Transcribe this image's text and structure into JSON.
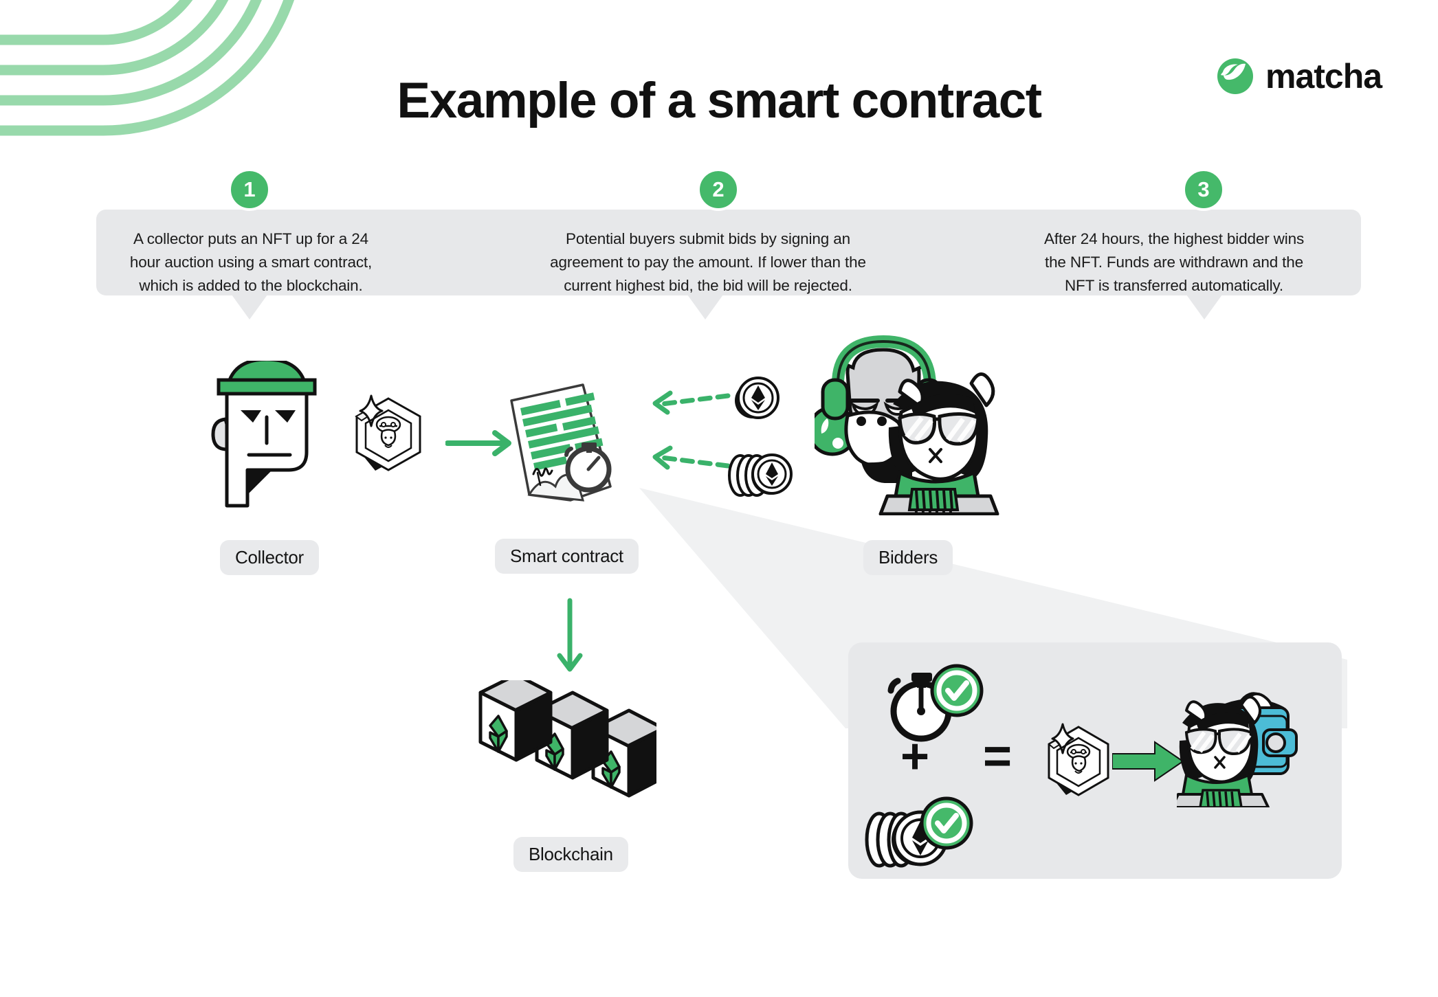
{
  "header": {
    "title": "Example of a smart contract",
    "brand_name": "matcha",
    "brand_icon": "matcha-leaf-logo-icon"
  },
  "colors": {
    "brand_green": "#45b96a",
    "arc_green": "#98d9ab",
    "contract_green": "#3ab26a",
    "band_grey": "#e7e8ea",
    "pill_grey": "#e9eaec",
    "wallet_blue": "#4cbcd6",
    "ink": "#111111"
  },
  "steps": [
    {
      "number": "1",
      "text": "A collector puts an NFT up for a 24 hour auction using a smart contract, which is added to the blockchain."
    },
    {
      "number": "2",
      "text": "Potential buyers submit bids by signing an agreement to pay the amount. If lower than the current highest bid, the bid will be rejected."
    },
    {
      "number": "3",
      "text": "After 24 hours, the highest bidder wins the NFT. Funds are withdrawn and the NFT is transferred automatically."
    }
  ],
  "labels": {
    "collector": "Collector",
    "smart_contract": "Smart contract",
    "bidders": "Bidders",
    "blockchain": "Blockchain"
  },
  "illustrations": {
    "collector": "collector-character-icon",
    "nft_badge": "nft-hexagon-ape-icon",
    "contract_doc": "smart-contract-document-icon",
    "single_coin": "ethereum-coin-icon",
    "coin_stack": "ethereum-coin-stack-icon",
    "bidder_ape": "ape-bidder-character-icon",
    "bidder_penguin": "penguin-bidder-character-icon",
    "blocks": "blockchain-blocks-icon",
    "stopwatch_check": "stopwatch-verified-icon",
    "coins_check": "coins-verified-icon",
    "winner_wallet": "winner-with-wallet-icon",
    "transfer_arrow": "green-transfer-arrow-icon"
  },
  "equation": {
    "plus": "+",
    "equals": "="
  },
  "flow_arrows": {
    "collector_to_contract": "solid-green-arrow-right",
    "contract_to_blockchain": "solid-green-arrow-down",
    "bid_one": "dashed-green-arrow-left",
    "bid_two": "dashed-green-arrow-left"
  }
}
